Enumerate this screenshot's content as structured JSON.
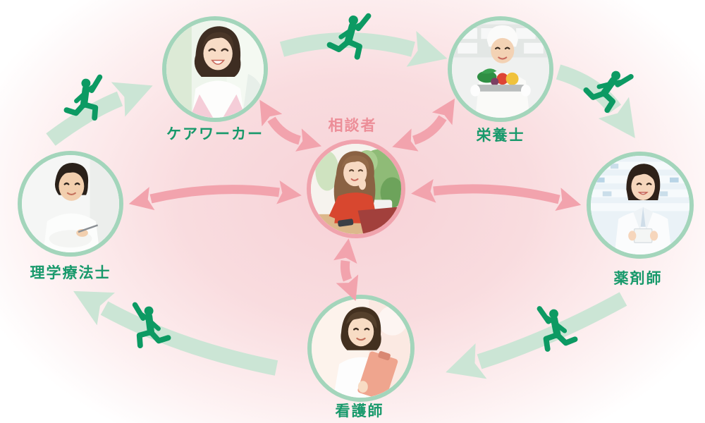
{
  "diagram": {
    "description_center_role": "相談者",
    "cycle_direction": "clockwise"
  },
  "nodes": {
    "consulter": {
      "label": "相談者"
    },
    "care_worker": {
      "label": "ケアワーカー"
    },
    "nutritionist": {
      "label": "栄養士"
    },
    "physical_therapist": {
      "label": "理学療法士"
    },
    "pharmacist": {
      "label": "薬剤師"
    },
    "nurse": {
      "label": "看護師"
    }
  },
  "colors": {
    "green_label": "#18996b",
    "green_ring": "#a3d5bb",
    "green_arrow": "#cbe5d5",
    "runner_green": "#0c9a63",
    "pink_arrow": "#f2a3ad",
    "pink_ring": "#f0a3ad",
    "pink_label": "#ec8e98",
    "background_center": "#f7d2d7"
  },
  "icons": {
    "runner": "relay-runner-icon",
    "green_arrow": "cycle-arrow-icon",
    "pink_arrow": "double-arrow-icon"
  }
}
